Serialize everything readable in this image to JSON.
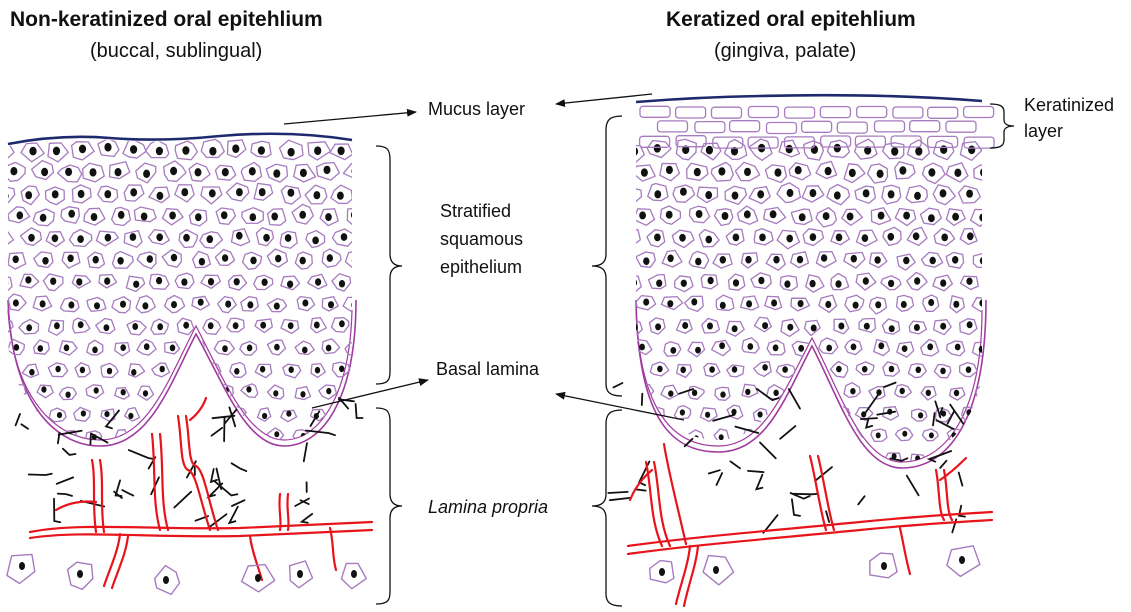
{
  "left_panel": {
    "title": "Non-keratinized oral  epitehlium",
    "subtitle": "(buccal, sublingual)"
  },
  "right_panel": {
    "title": "Keratized oral epitehlium",
    "subtitle": "(gingiva, palate)"
  },
  "labels": {
    "mucus_layer": "Mucus layer",
    "stratified_line1": "Stratified",
    "stratified_line2": "squamous",
    "stratified_line3": "epithelium",
    "basal_lamina": "Basal lamina",
    "lamina_propria": "Lamina propria",
    "keratinized_line1": "Keratinized",
    "keratinized_line2": "layer"
  },
  "colors": {
    "cell_outline": "#a67bbf",
    "nucleus": "#111111",
    "mucus_line": "#1f2a6e",
    "basal_lamina_line": "#a03aa0",
    "blood_vessel": "#e8141c",
    "fiber": "#111111",
    "bracket": "#111111"
  }
}
